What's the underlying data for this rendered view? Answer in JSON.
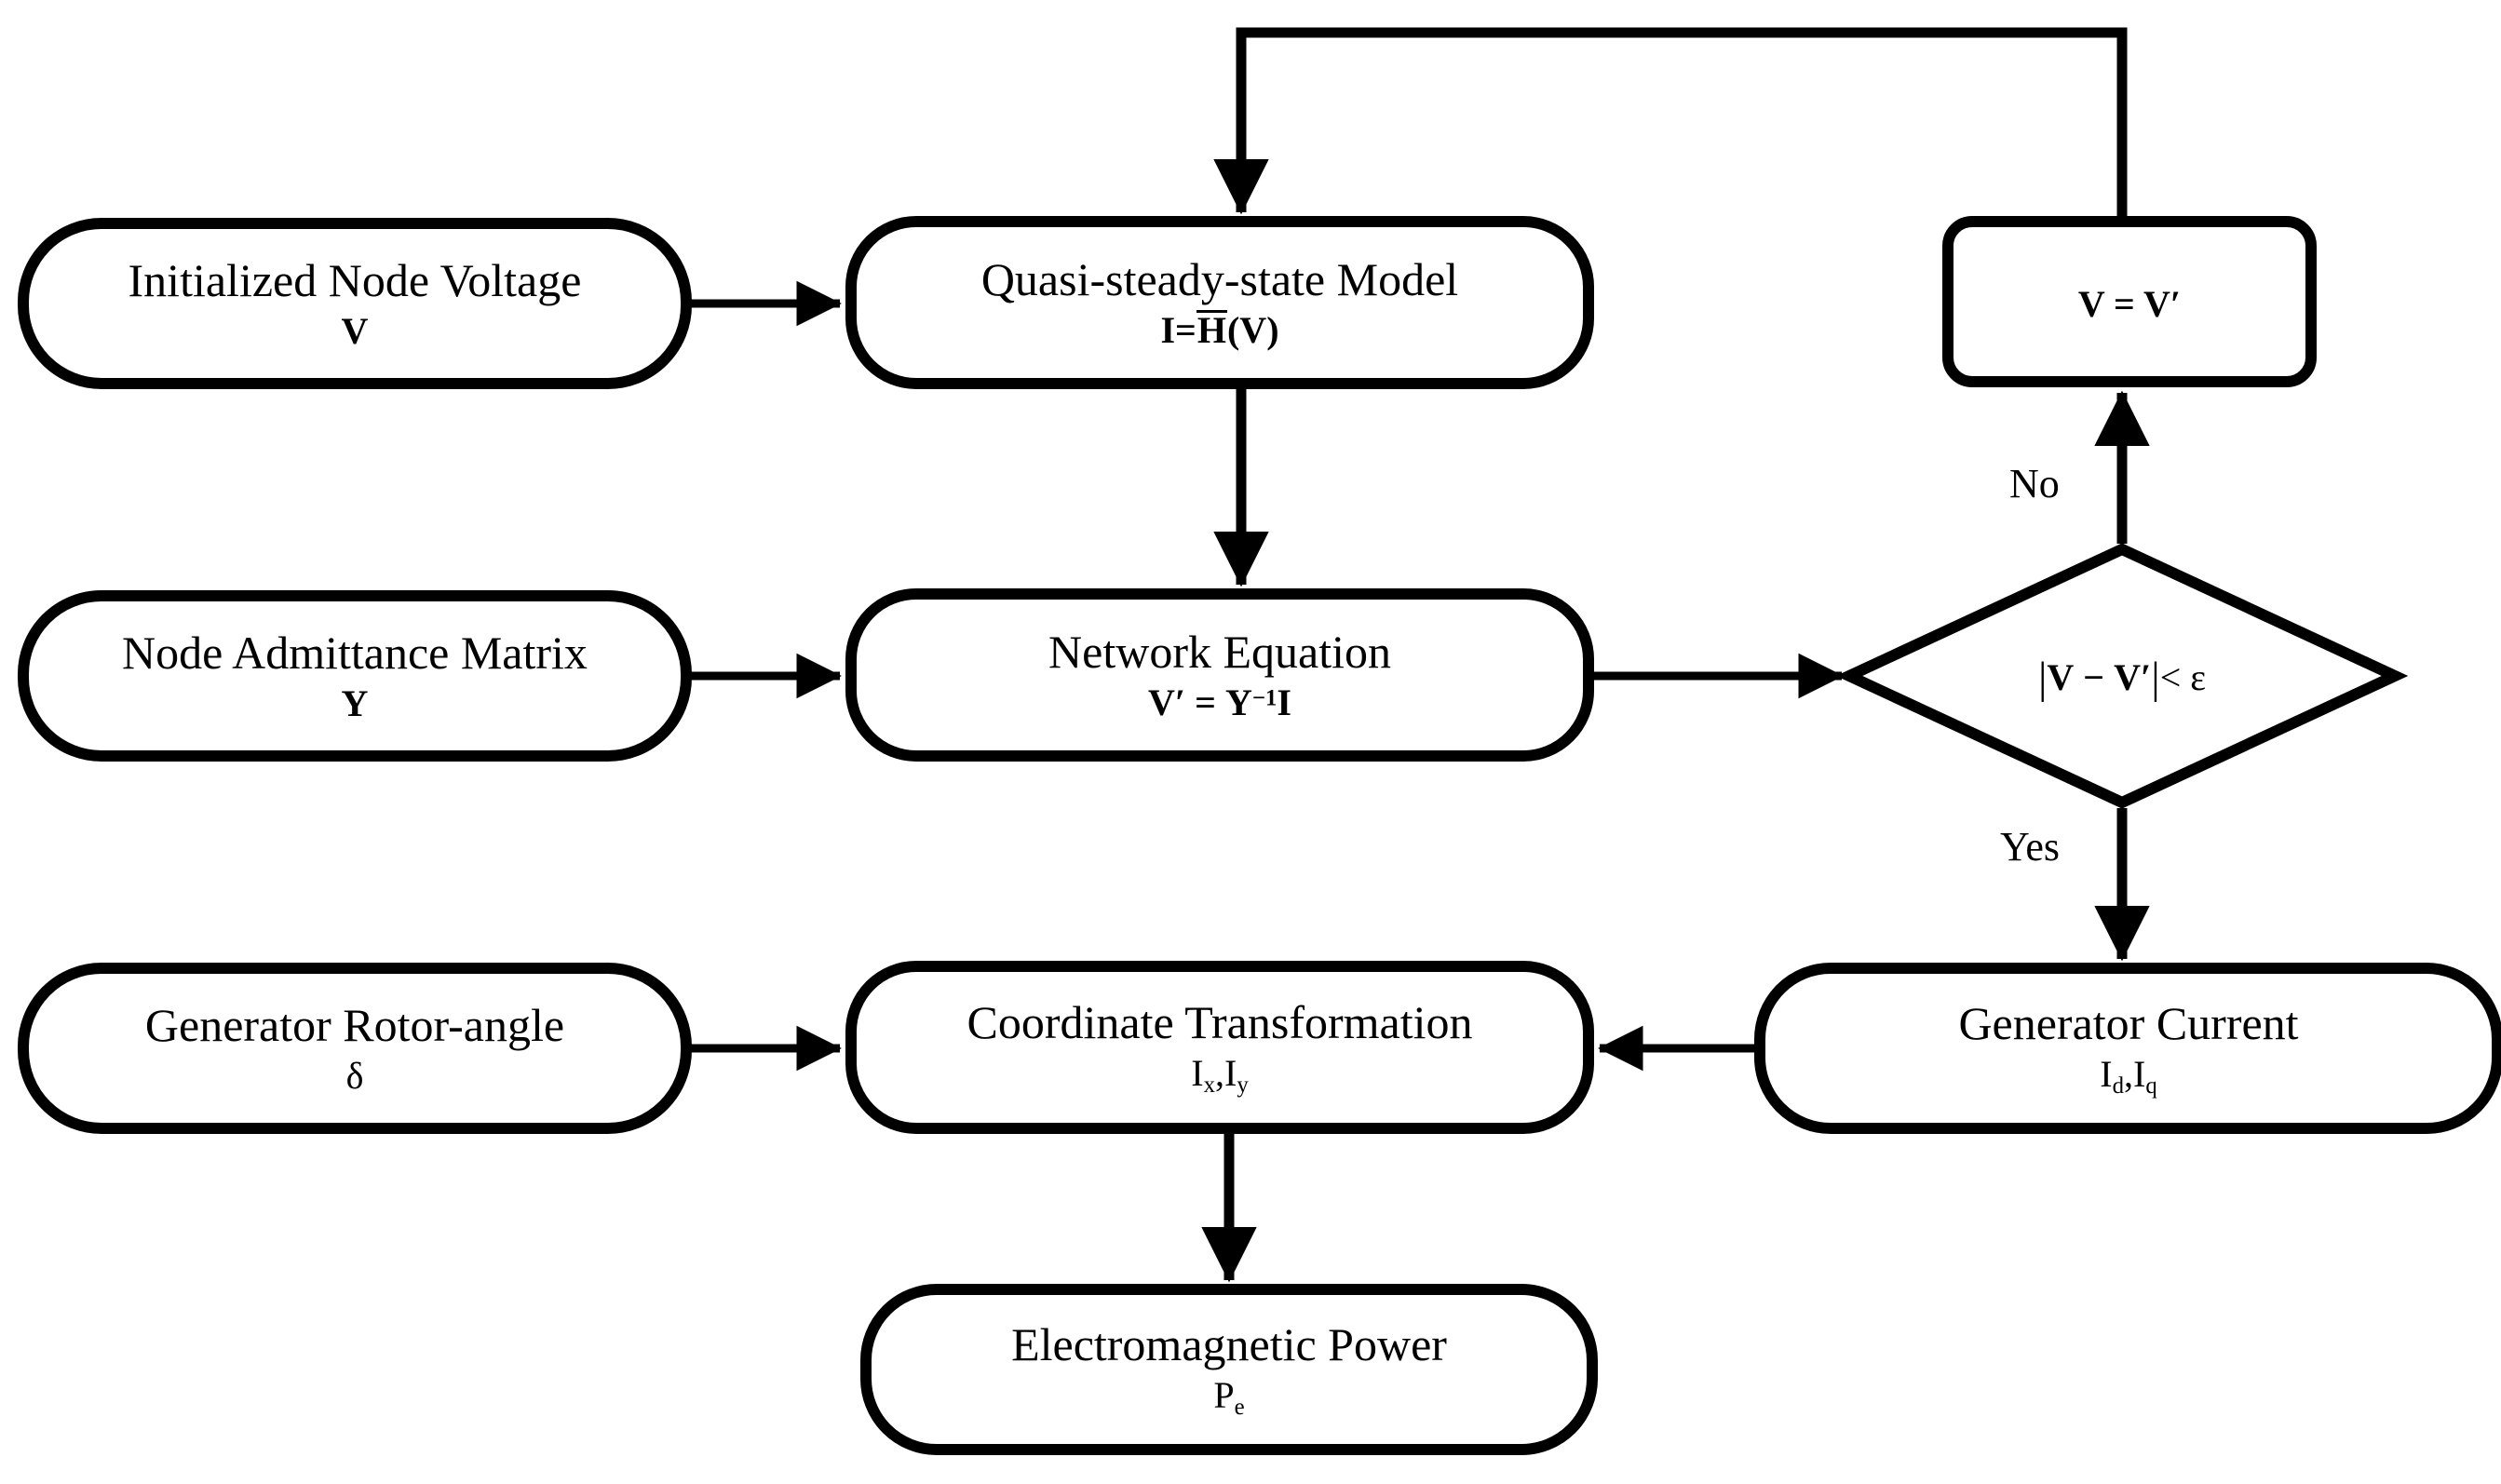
{
  "diagram": {
    "title": "Quasi-steady-state power flow iteration flowchart",
    "background_color": "#ffffff",
    "stroke_color": "#000000"
  },
  "nodes": {
    "initialized_node_voltage": {
      "shape": "rounded-rectangle",
      "title": "Initialized Node Voltage",
      "symbol": "V"
    },
    "quasi_steady_state_model": {
      "shape": "rounded-rectangle",
      "title": "Quasi-steady-state Model",
      "formula_lhs": "I",
      "formula_eq": "=",
      "formula_fn": "H",
      "formula_arg_open": "(",
      "formula_arg": "V",
      "formula_arg_close": ")",
      "formula_plain": "I = H(V)"
    },
    "v_assign": {
      "shape": "rounded-rectangle-small-radius",
      "formula": "V = V′"
    },
    "node_admittance_matrix": {
      "shape": "rounded-rectangle",
      "title": "Node Admittance Matrix",
      "symbol": "Y"
    },
    "network_equation": {
      "shape": "rounded-rectangle",
      "title": "Network Equation",
      "formula_lhs": "V′",
      "formula_eq": "=",
      "formula_rhs_base": "Y",
      "formula_rhs_exp": "−1",
      "formula_rhs_tail": "I",
      "formula_plain": "V′ = Y⁻¹I"
    },
    "convergence_check": {
      "shape": "diamond",
      "formula_open": "|",
      "formula_a": "V",
      "formula_minus": "−",
      "formula_b": "V′",
      "formula_close": "|",
      "formula_rel": "< ε",
      "formula_plain": "|V − V′| < ε"
    },
    "generator_rotor_angle": {
      "shape": "rounded-rectangle",
      "title": "Generator Rotor-angle",
      "symbol": "δ"
    },
    "coordinate_transformation": {
      "shape": "rounded-rectangle",
      "title": "Coordinate Transformation",
      "symbol_a_base": "I",
      "symbol_a_sub": "x",
      "symbol_sep": ",",
      "symbol_b_base": "I",
      "symbol_b_sub": "y",
      "symbol_plain": "Ix , Iy"
    },
    "generator_current": {
      "shape": "rounded-rectangle",
      "title": "Generator Current",
      "symbol_a_base": "I",
      "symbol_a_sub": "d",
      "symbol_sep": ",",
      "symbol_b_base": "I",
      "symbol_b_sub": "q",
      "symbol_plain": "Id , Iq"
    },
    "electromagnetic_power": {
      "shape": "rounded-rectangle",
      "title": "Electromagnetic Power",
      "symbol_base": "P",
      "symbol_sub": "e",
      "symbol_plain": "Pe"
    }
  },
  "edge_labels": {
    "no": "No",
    "yes": "Yes"
  },
  "edges": [
    {
      "from": "initialized_node_voltage",
      "to": "quasi_steady_state_model",
      "direction": "right"
    },
    {
      "from": "quasi_steady_state_model",
      "to": "network_equation",
      "direction": "down"
    },
    {
      "from": "node_admittance_matrix",
      "to": "network_equation",
      "direction": "right"
    },
    {
      "from": "network_equation",
      "to": "convergence_check",
      "direction": "right"
    },
    {
      "from": "convergence_check",
      "to": "v_assign",
      "direction": "up",
      "label": "No"
    },
    {
      "from": "v_assign",
      "to": "quasi_steady_state_model",
      "direction": "feedback-loop"
    },
    {
      "from": "convergence_check",
      "to": "generator_current",
      "direction": "down",
      "label": "Yes"
    },
    {
      "from": "generator_current",
      "to": "coordinate_transformation",
      "direction": "left"
    },
    {
      "from": "generator_rotor_angle",
      "to": "coordinate_transformation",
      "direction": "right"
    },
    {
      "from": "coordinate_transformation",
      "to": "electromagnetic_power",
      "direction": "down"
    }
  ]
}
